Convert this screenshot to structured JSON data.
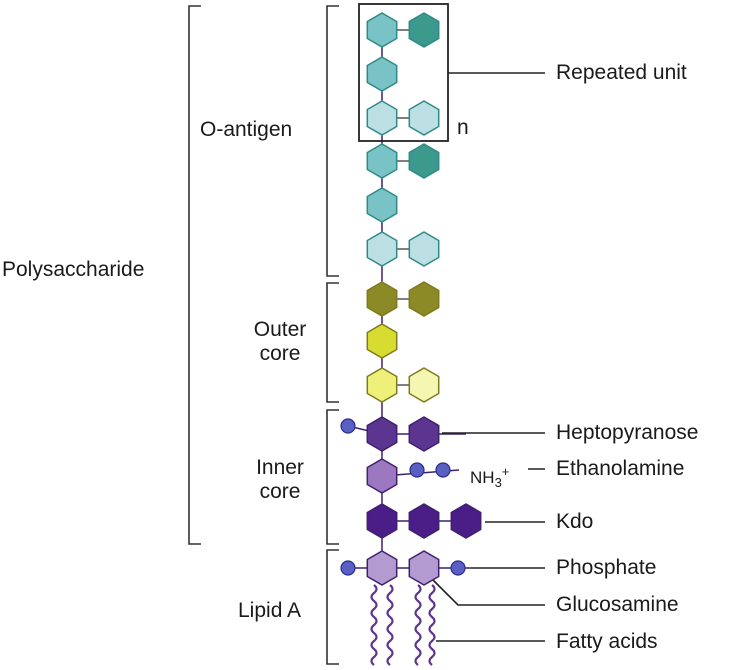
{
  "labels": {
    "polysaccharide": "Polysaccharide",
    "o_antigen": "O-antigen",
    "outer_core_line1": "Outer",
    "outer_core_line2": "core",
    "inner_core_line1": "Inner",
    "inner_core_line2": "core",
    "lipid_a": "Lipid A",
    "repeated_unit": "Repeated unit",
    "repeat_n": "n",
    "heptopyranose": "Heptopyranose",
    "ethanolamine": "Ethanolamine",
    "kdo": "Kdo",
    "phosphate": "Phosphate",
    "glucosamine": "Glucosamine",
    "fatty_acids": "Fatty acids",
    "nh3_base": "NH",
    "nh3_sub": "3",
    "nh3_sup": "+"
  },
  "colors": {
    "o_antigen_light": "#bcdfe4",
    "o_antigen_mid": "#79c2c5",
    "o_antigen_dark": "#3b9a8c",
    "o_antigen_stroke": "#2e8a86",
    "outer_core_dark": "#8c8a26",
    "outer_core_mid": "#d9dc30",
    "outer_core_light": "#eef07a",
    "outer_core_pale": "#f6f6b3",
    "outer_core_stroke": "#7d7a1e",
    "inner_core_dark": "#5b3590",
    "inner_core_mid": "#9c78c0",
    "kdo": "#4a1e86",
    "lipid_a_sugar": "#b39ad0",
    "phosphate": "#5a5fc4",
    "purple_stroke": "#3e2070",
    "bracket": "#333333"
  }
}
